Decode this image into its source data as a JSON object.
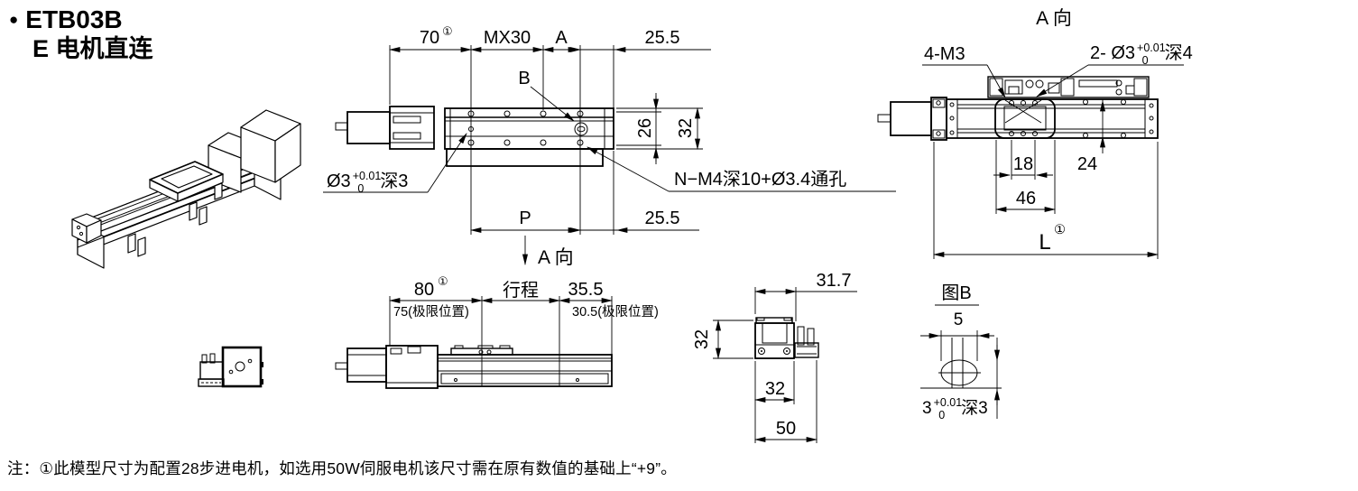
{
  "header": {
    "bullet": "●",
    "model": "ETB03B",
    "subtitle": "E 电机直连"
  },
  "plan_view": {
    "dim_70": "70",
    "sup_1": "①",
    "dim_mx30": "MX30",
    "dim_a": "A",
    "dim_25_5_top": "25.5",
    "label_b": "B",
    "pin_hole_note": {
      "prefix": "Ø3",
      "tol_upper": "+0.01",
      "tol_lower": "0",
      "suffix": "深3"
    },
    "thread_note": "N−M4深10+Ø3.4通孔",
    "dim_p": "P",
    "dim_25_5_bottom": "25.5",
    "dim_26": "26",
    "dim_32": "32",
    "view_arrow_label": "A 向"
  },
  "side_view": {
    "dim_80": "80",
    "sup_1": "①",
    "stroke_label": "行程",
    "dim_35_5": "35.5",
    "limit_left": "75(极限位置)",
    "limit_right": "30.5(极限位置)"
  },
  "section_view": {
    "dim_31_7": "31.7",
    "dim_32_left": "32",
    "dim_32_bottom": "32",
    "dim_50": "50"
  },
  "detail_b": {
    "title": "图B",
    "dim_5": "5",
    "hole_note": {
      "prefix": "3",
      "tol_upper": "+0.01",
      "tol_lower": "0",
      "suffix": "深3"
    }
  },
  "a_view": {
    "title": "A 向",
    "label_4m3": "4-M3",
    "pin_hole_note": {
      "prefix": "2- Ø3",
      "tol_upper": "+0.01",
      "tol_lower": "0",
      "suffix": "深4"
    },
    "dim_18": "18",
    "dim_24": "24",
    "dim_46": "46",
    "dim_l": "L",
    "sup_1": "①"
  },
  "note": "注：①此模型尺寸为配置28步进电机，如选用50W伺服电机该尺寸需在原有数值的基础上“+9”。"
}
